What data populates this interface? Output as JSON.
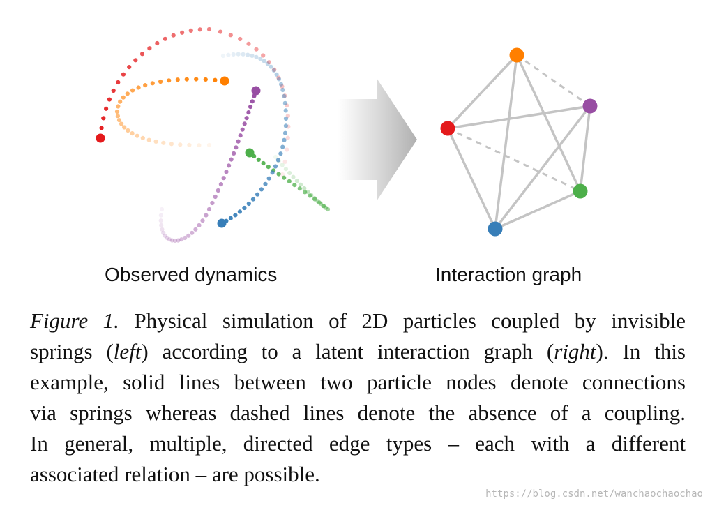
{
  "figure": {
    "left_label": "Observed dynamics",
    "right_label": "Interaction graph",
    "colors": {
      "red": "#e41a1c",
      "orange": "#ff7f00",
      "purple": "#984ea3",
      "green": "#4daf4a",
      "blue": "#377eb8",
      "edge": "#c4c4c4",
      "arrow": "#b5b5b5"
    },
    "graph": {
      "nodes": [
        "orange",
        "purple",
        "red",
        "green",
        "blue"
      ],
      "solid_edges": [
        [
          "red",
          "orange"
        ],
        [
          "red",
          "purple"
        ],
        [
          "red",
          "blue"
        ],
        [
          "orange",
          "blue"
        ],
        [
          "orange",
          "green"
        ],
        [
          "purple",
          "blue"
        ],
        [
          "purple",
          "green"
        ],
        [
          "green",
          "blue"
        ]
      ],
      "dashed_edges": [
        [
          "orange",
          "purple"
        ],
        [
          "red",
          "green"
        ]
      ]
    }
  },
  "caption": {
    "label": "Figure 1.",
    "line1_rest": " Physical simulation of 2D particles coupled by invisible",
    "line2_a": "springs (",
    "line2_left": "left",
    "line2_b": ") according to a latent interaction graph (",
    "line2_right": "right",
    "line2_c": "). In this",
    "line3": "example, solid lines between two particle nodes denote connections",
    "line4": "via springs whereas dashed lines denote the absence of a coupling.",
    "line5": "In general, multiple, directed edge types – each with a different",
    "line6": "associated relation – are possible."
  },
  "watermark": "https://blog.csdn.net/wanchaochaochao"
}
